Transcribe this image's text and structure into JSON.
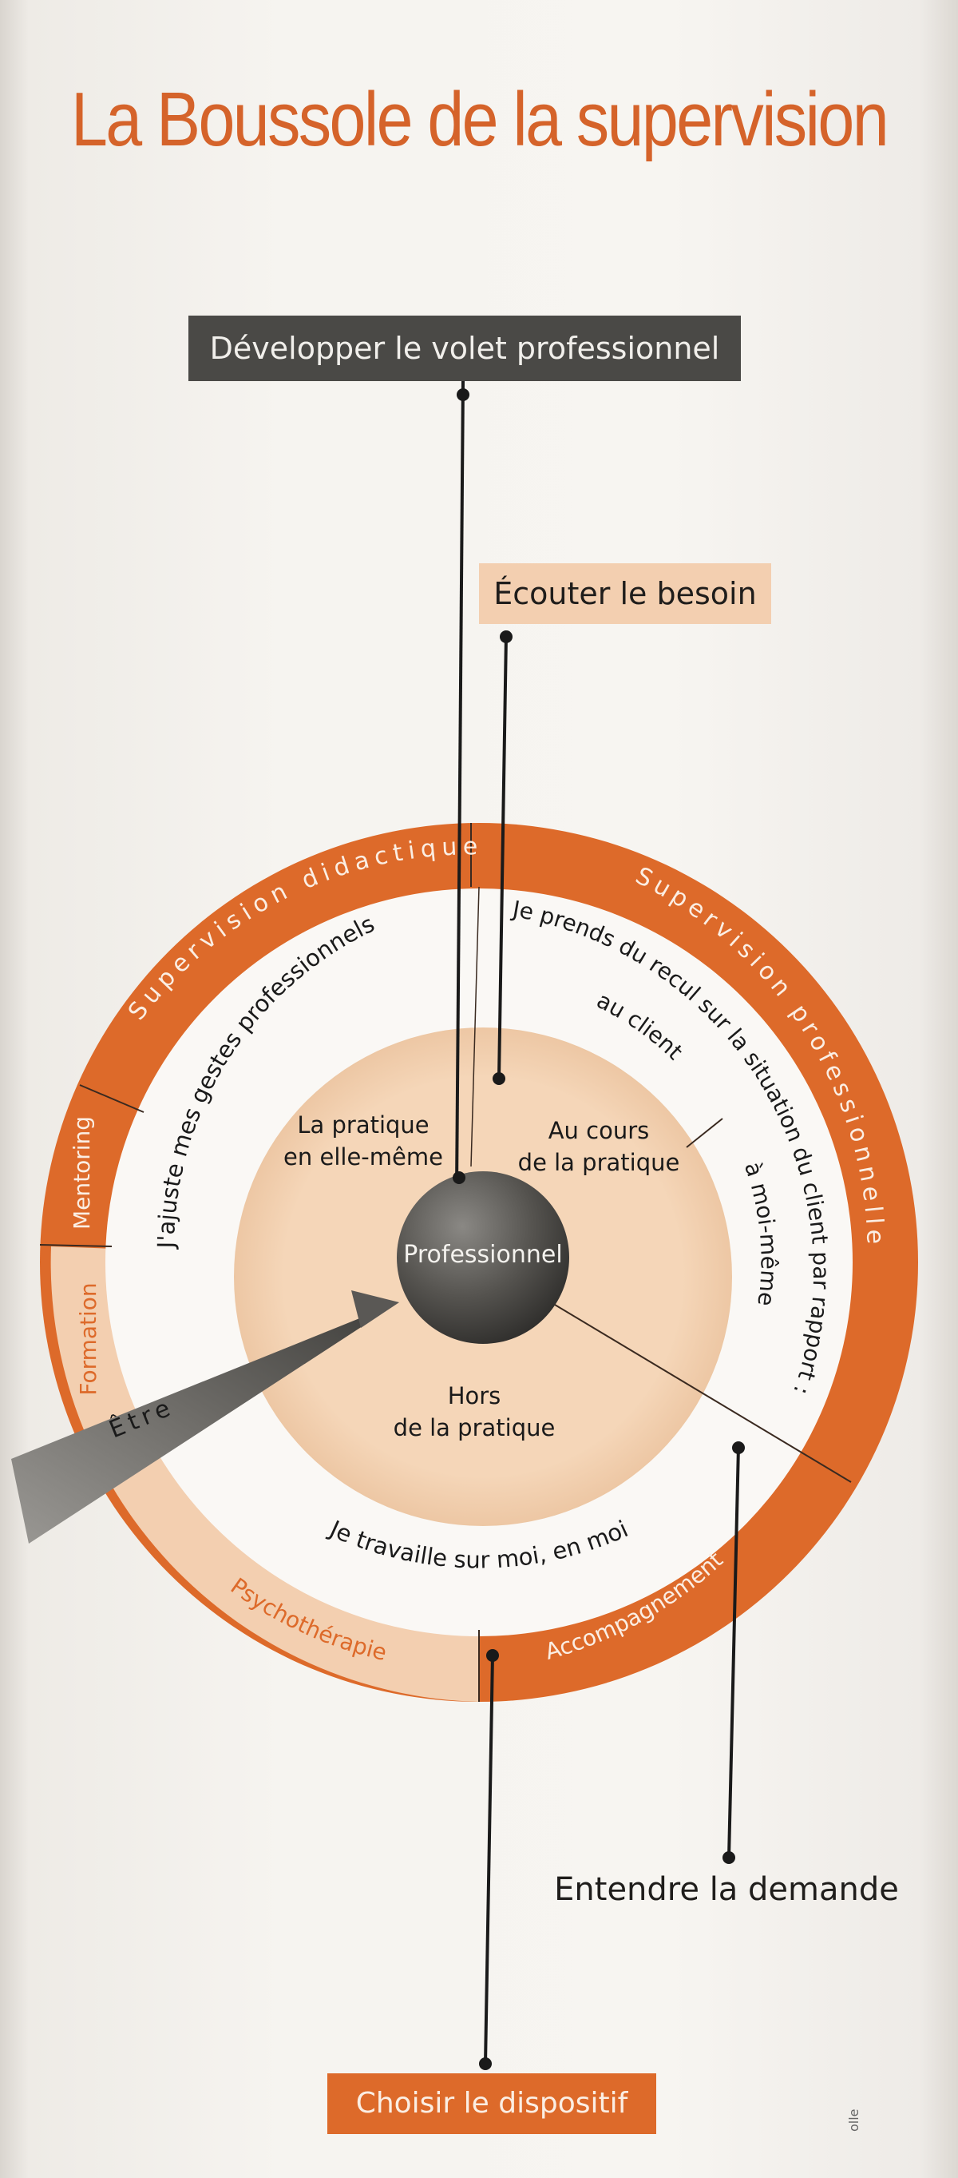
{
  "title": "La Boussole de la supervision",
  "callouts": {
    "developper": "Développer le volet professionnel",
    "ecouter": "Écouter le besoin",
    "entendre": "Entendre la demande",
    "choisir": "Choisir le dispositif"
  },
  "outer_ring": {
    "supervision_didactique": "Supervision didactique",
    "supervision_professionnelle": "Supervision professionnelle",
    "mentoring": "Mentoring",
    "formation": "Formation",
    "psychotherapie": "Psychothérapie",
    "accompagnement": "Accompagnement"
  },
  "middle_ring": {
    "ajuste": "J'ajuste mes gestes professionnels",
    "recul_line1": "Je prends du recul sur la situation du client par rapport :",
    "recul_line2": "au client",
    "recul_line3": "à moi-même",
    "travaille": "Je travaille sur moi, en moi"
  },
  "inner": {
    "pratique_line1": "La pratique",
    "pratique_line2": "en elle-même",
    "cours_line1": "Au cours",
    "cours_line2": "de la pratique",
    "hors_line1": "Hors",
    "hors_line2": "de la pratique"
  },
  "center": "Professionnel",
  "needle": "Être",
  "credit": "olle",
  "colors": {
    "orange": "#dd6a2a",
    "light_orange": "#f3cfb0",
    "peach": "#f5d6b8",
    "dark_grey": "#4a4946",
    "title": "#d5632a"
  }
}
